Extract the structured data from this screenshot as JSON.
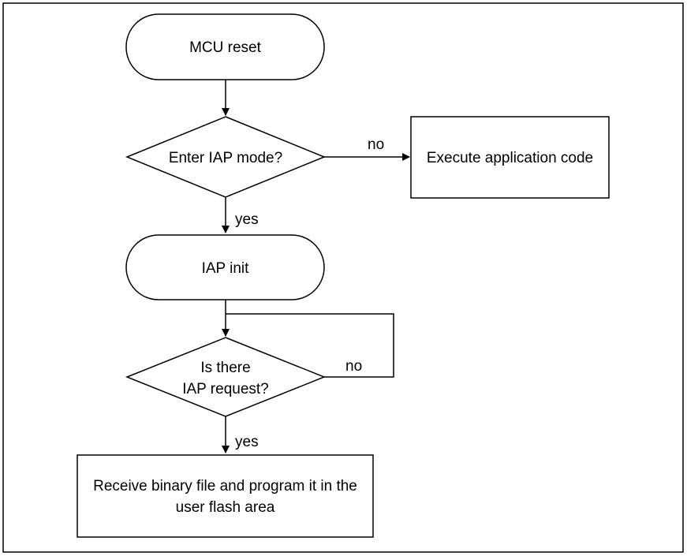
{
  "nodes": {
    "mcu_reset": "MCU reset",
    "enter_iap": "Enter IAP mode?",
    "execute_app": "Execute application code",
    "iap_init": "IAP init",
    "iap_request_line1": "Is there",
    "iap_request_line2": "IAP request?",
    "receive_line1": "Receive binary file and program it in the",
    "receive_line2": "user flash area"
  },
  "edges": {
    "enter_iap_no": "no",
    "enter_iap_yes": "yes",
    "request_no": "no",
    "request_yes": "yes"
  }
}
